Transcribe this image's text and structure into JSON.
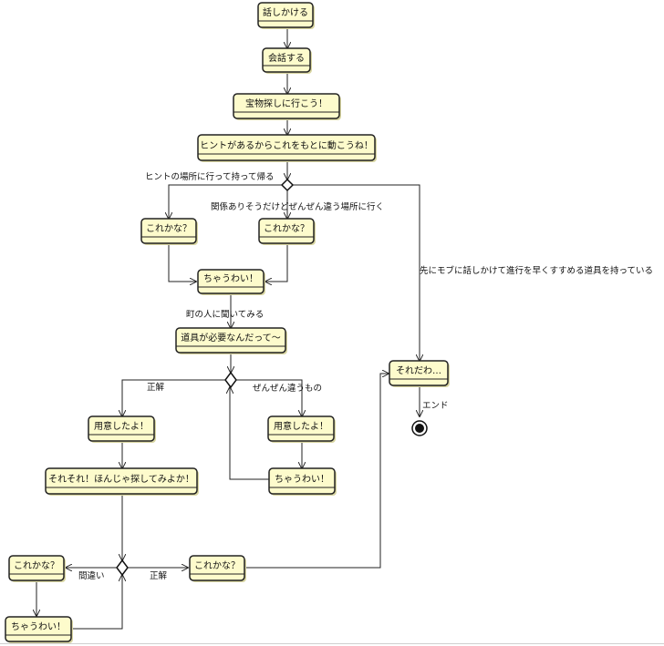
{
  "nodes": {
    "n1": "話しかける",
    "n2": "会話する",
    "n3": "宝物探しに行こう！",
    "n4": "ヒントがあるからこれをもとに動こうね！",
    "n5a": "これかな？",
    "n5b": "これかな？",
    "n6": "ちゃうわい！",
    "n7": "道具が必要なんだって～",
    "n8a": "用意したよ！",
    "n8b": "用意したよ！",
    "n9": "それそれ！ほんじゃ探してみよか！",
    "n10": "ちゃうわい！",
    "n11a": "これかな？",
    "n11b": "これかな？",
    "n12": "ちゃうわい！",
    "n13": "それだわ…"
  },
  "edge_labels": {
    "hint_place": "ヒントの場所に行って持って帰る",
    "related_wrong": "関係ありそうだけどぜんぜん違う場所に行く",
    "mob_first": "先にモブに話しかけて進行を早くすすめる道具を持っている",
    "ask_townsfolk": "町の人に聞いてみる",
    "correct1": "正解",
    "totally_wrong": "ぜんぜん違うもの",
    "mistake": "間違い",
    "correct2": "正解",
    "end": "エンド"
  }
}
